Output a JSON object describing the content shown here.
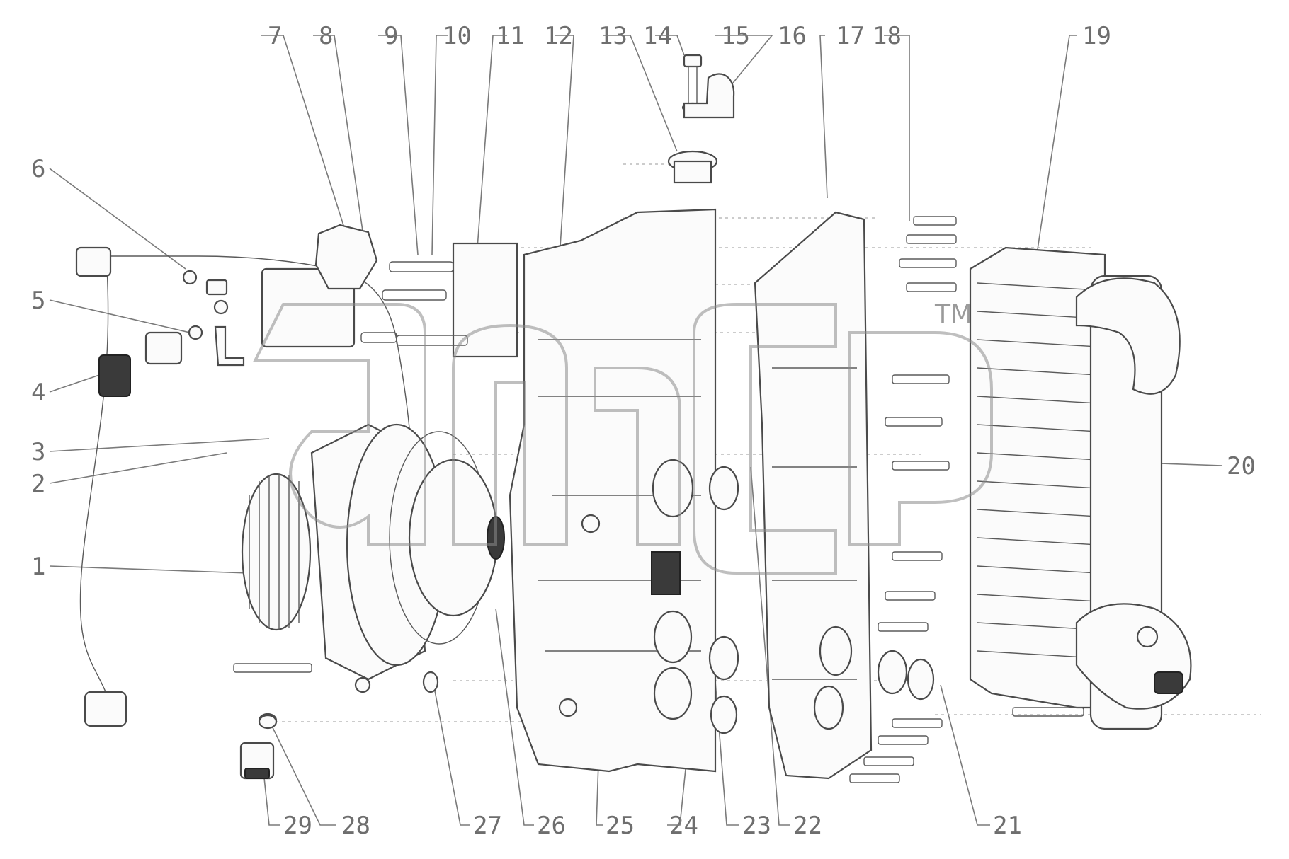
{
  "diagram": {
    "callouts": [
      {
        "id": "7",
        "label": "7"
      },
      {
        "id": "8",
        "label": "8"
      },
      {
        "id": "9",
        "label": "9"
      },
      {
        "id": "10",
        "label": "10"
      },
      {
        "id": "11",
        "label": "11"
      },
      {
        "id": "12",
        "label": "12"
      },
      {
        "id": "13",
        "label": "13"
      },
      {
        "id": "14",
        "label": "14"
      },
      {
        "id": "15",
        "label": "15"
      },
      {
        "id": "16",
        "label": "16"
      },
      {
        "id": "17",
        "label": "17"
      },
      {
        "id": "18",
        "label": "18"
      },
      {
        "id": "19",
        "label": "19"
      },
      {
        "id": "6",
        "label": "6"
      },
      {
        "id": "5",
        "label": "5"
      },
      {
        "id": "4",
        "label": "4"
      },
      {
        "id": "3",
        "label": "3"
      },
      {
        "id": "2",
        "label": "2"
      },
      {
        "id": "1",
        "label": "1"
      },
      {
        "id": "20",
        "label": "20"
      },
      {
        "id": "29",
        "label": "29"
      },
      {
        "id": "28",
        "label": "28"
      },
      {
        "id": "27",
        "label": "27"
      },
      {
        "id": "26",
        "label": "26"
      },
      {
        "id": "25",
        "label": "25"
      },
      {
        "id": "24",
        "label": "24"
      },
      {
        "id": "23",
        "label": "23"
      },
      {
        "id": "22",
        "label": "22"
      },
      {
        "id": "21",
        "label": "21"
      }
    ],
    "watermark": {
      "text": "AMCP",
      "tm": "TM"
    },
    "colors": {
      "line": "#4a4a4a",
      "callout": "#6e6e6e",
      "background": "#ffffff"
    }
  }
}
